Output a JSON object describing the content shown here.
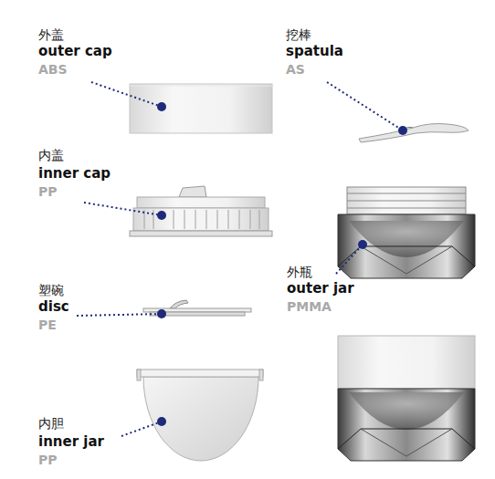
{
  "diagram": {
    "labels": [
      "外盖",
      "outer cap",
      "ABS",
      "挖棒",
      "spatula",
      "AS",
      "内盖",
      "inner cap",
      "PP",
      "塑碗",
      "disc",
      "PE",
      "外瓶",
      "outer jar",
      "PMMA",
      "内胆",
      "inner jar",
      "PP"
    ]
  }
}
